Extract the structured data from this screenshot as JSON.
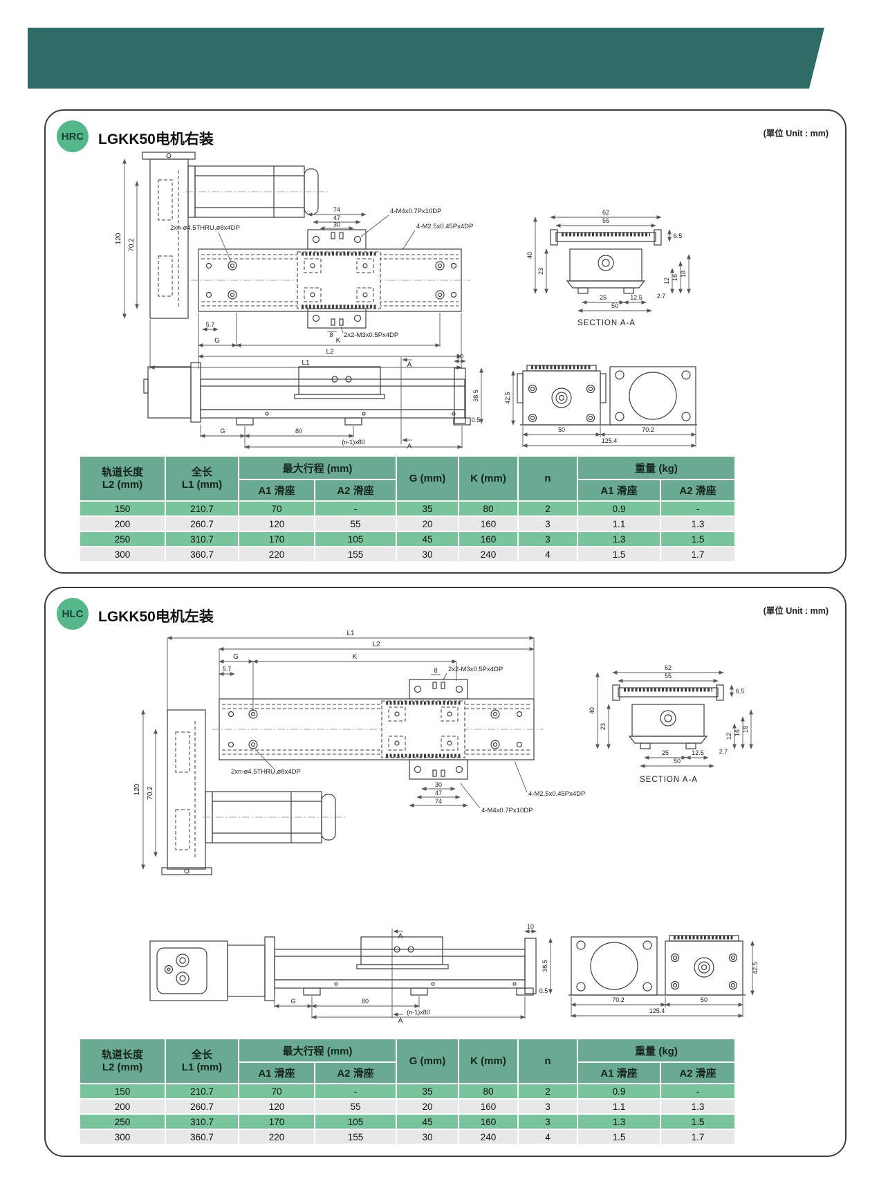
{
  "banner_color": "#2f6c68",
  "sections": [
    {
      "badge": "HRC",
      "title": "LGKK50电机右装",
      "unit": "(單位 Unit : mm)",
      "plan": {
        "len120": "120",
        "len70_2": "70.2",
        "thru": "2xn-ø4.5THRU,ø8x4DP",
        "w74": "74",
        "w47": "47",
        "w30": "30",
        "m4": "4-M4x0.7Px10DP",
        "m25": "4-M2.5x0.45Px4DP",
        "m3": "2x2-M3x0.5Px4DP",
        "off5_7": "5.7",
        "w8": "8",
        "g": "G",
        "k": "K",
        "l2": "L2",
        "l1": "L1"
      },
      "section_aa": {
        "w62": "62",
        "w55": "55",
        "h6_5": "6.5",
        "h40": "40",
        "h23": "23",
        "h12": "12",
        "h16": "16",
        "h18": "18",
        "h2_7": "2.7",
        "w25": "25",
        "w12_5": "12.5",
        "w50": "50",
        "caption": "SECTION A-A"
      },
      "side": {
        "a": "A",
        "w10": "10",
        "h38_5": "38.5",
        "h0_5": "0.5",
        "g": "G",
        "w80": "80",
        "pitch": "(n-1)x80"
      },
      "end": {
        "h42_5": "42.5",
        "w50": "50",
        "w70_2": "70.2",
        "w125_4": "125.4"
      },
      "table": {
        "h_track1": "轨道长度",
        "h_track2": "L2 (mm)",
        "h_total1": "全长",
        "h_total2": "L1 (mm)",
        "h_stroke": "最大行程 (mm)",
        "h_a1": "A1 滑座",
        "h_a2": "A2 滑座",
        "h_g": "G (mm)",
        "h_k": "K (mm)",
        "h_n": "n",
        "h_weight": "重量 (kg)",
        "h_wa1": "A1 滑座",
        "h_wa2": "A2 滑座",
        "rows": [
          [
            "150",
            "210.7",
            "70",
            "-",
            "35",
            "80",
            "2",
            "0.9",
            "-"
          ],
          [
            "200",
            "260.7",
            "120",
            "55",
            "20",
            "160",
            "3",
            "1.1",
            "1.3"
          ],
          [
            "250",
            "310.7",
            "170",
            "105",
            "45",
            "160",
            "3",
            "1.3",
            "1.5"
          ],
          [
            "300",
            "360.7",
            "220",
            "155",
            "30",
            "240",
            "4",
            "1.5",
            "1.7"
          ]
        ]
      }
    },
    {
      "badge": "HLC",
      "title": "LGKK50电机左装",
      "unit": "(單位 Unit : mm)",
      "plan": {
        "len120": "120",
        "len70_2": "70.2",
        "thru": "2xn-ø4.5THRU,ø8x4DP",
        "w74": "74",
        "w47": "47",
        "w30": "30",
        "m4": "4-M4x0.7Px10DP",
        "m25": "4-M2.5x0.45Px4DP",
        "m3": "2x2-M3x0.5Px4DP",
        "off5_7": "5.7",
        "w8": "8",
        "g": "G",
        "k": "K",
        "l2": "L2",
        "l1": "L1"
      },
      "section_aa": {
        "w62": "62",
        "w55": "55",
        "h6_5": "6.5",
        "h40": "40",
        "h23": "23",
        "h12": "12",
        "h16": "16",
        "h18": "18",
        "h2_7": "2.7",
        "w25": "25",
        "w12_5": "12.5",
        "w50": "50",
        "caption": "SECTION A-A"
      },
      "side": {
        "a": "A",
        "w10": "10",
        "h38_5": "38.5",
        "h0_5": "0.5",
        "g": "G",
        "w80": "80",
        "pitch": "(n-1)x80"
      },
      "end": {
        "h42_5": "42.5",
        "w50": "50",
        "w70_2": "70.2",
        "w125_4": "125.4"
      },
      "table": {
        "h_track1": "轨道长度",
        "h_track2": "L2 (mm)",
        "h_total1": "全长",
        "h_total2": "L1 (mm)",
        "h_stroke": "最大行程 (mm)",
        "h_a1": "A1 滑座",
        "h_a2": "A2 滑座",
        "h_g": "G (mm)",
        "h_k": "K (mm)",
        "h_n": "n",
        "h_weight": "重量 (kg)",
        "h_wa1": "A1 滑座",
        "h_wa2": "A2 滑座",
        "rows": [
          [
            "150",
            "210.7",
            "70",
            "-",
            "35",
            "80",
            "2",
            "0.9",
            "-"
          ],
          [
            "200",
            "260.7",
            "120",
            "55",
            "20",
            "160",
            "3",
            "1.1",
            "1.3"
          ],
          [
            "250",
            "310.7",
            "170",
            "105",
            "45",
            "160",
            "3",
            "1.3",
            "1.5"
          ],
          [
            "300",
            "360.7",
            "220",
            "155",
            "30",
            "240",
            "4",
            "1.5",
            "1.7"
          ]
        ]
      }
    }
  ]
}
